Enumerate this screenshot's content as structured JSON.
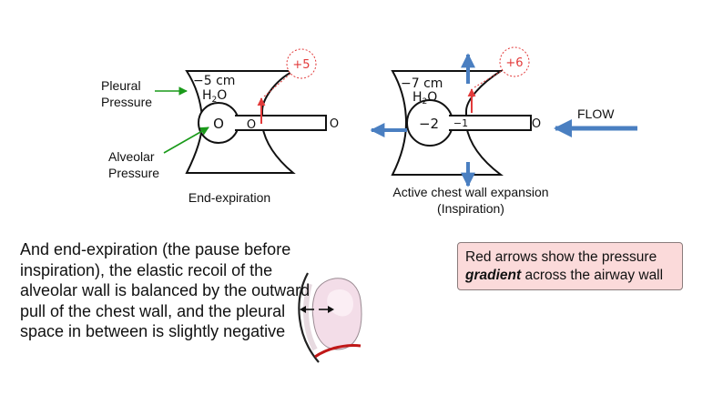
{
  "left": {
    "pleural_label_line1": "Pleural",
    "pleural_label_line2": "Pressure",
    "alveolar_label_line1": "Alveolar",
    "alveolar_label_line2": "Pressure",
    "pressure_value": "−5 cm",
    "pressure_unit_main": "H",
    "pressure_unit_sub": "2",
    "pressure_unit_tail": "O",
    "gradient_badge": "+5",
    "alveolar_value": "O",
    "mouth_value": "O",
    "airway_value": "O",
    "caption": "End-expiration"
  },
  "right": {
    "pressure_value": "−7 cm",
    "pressure_unit_main": "H",
    "pressure_unit_sub": "2",
    "pressure_unit_tail": "O",
    "gradient_badge": "+6",
    "alveolar_value": "−2",
    "airway_value": "−1",
    "mouth_value": "O",
    "caption_line1": "Active chest wall expansion",
    "caption_line2": "(Inspiration)",
    "flow_label": "FLOW"
  },
  "description": "And end-expiration (the pause before inspiration), the elastic recoil of the alveolar wall is balanced by the outward pull of the chest wall, and the pleural space in between is slightly negative",
  "note": {
    "text_before": "Red arrows show the pressure ",
    "emphasis": "gradient",
    "text_after": " across the airway wall"
  },
  "colors": {
    "green_arrow": "#1a9a1a",
    "blue_arrow": "#4a7fc1",
    "red_arrow": "#e23a3a",
    "note_fill": "#fbdada"
  }
}
